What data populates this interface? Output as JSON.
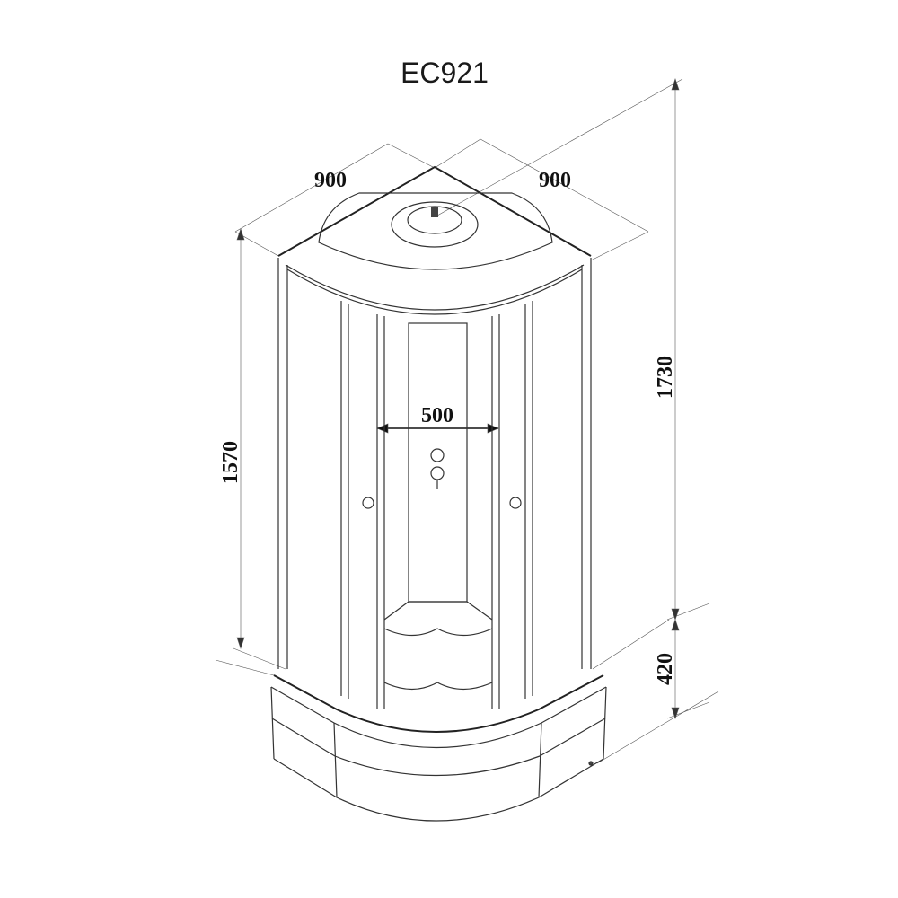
{
  "title": "EC921",
  "dimensions": {
    "width_left": "900",
    "width_right": "900",
    "total_height": "1730",
    "cabin_height": "1570",
    "door_width": "500",
    "tray_height": "420"
  },
  "colors": {
    "line": "#333333",
    "background": "#ffffff"
  }
}
